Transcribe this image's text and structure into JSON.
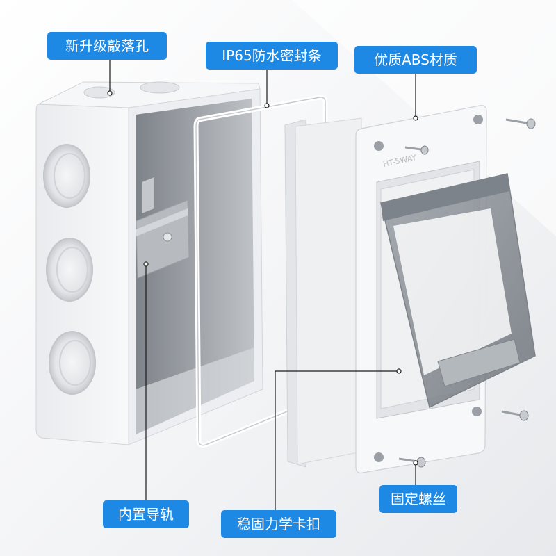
{
  "callouts": {
    "knockout_holes": "新升级敲落孔",
    "seal_strip": "IP65防水密封条",
    "abs_material": "优质ABS材质",
    "din_rail": "内置导轨",
    "snap_clip": "稳固力学卡扣",
    "screws": "固定螺丝"
  },
  "colors": {
    "callout_bg": "#1e88e5",
    "callout_text": "#ffffff",
    "leader_line": "#1a1a1a",
    "box_white": "#f1f3f5",
    "box_shadow_gray": "#c9ccd0",
    "window_gray": "#8f949a"
  }
}
